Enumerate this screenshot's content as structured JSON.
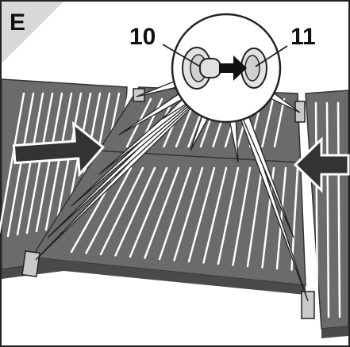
{
  "figure": {
    "step_letter": "E",
    "callouts": [
      {
        "id": "part-10",
        "label": "10"
      },
      {
        "id": "part-11",
        "label": "11"
      }
    ]
  },
  "colors": {
    "panel": "#6b6b6b",
    "panel_dark": "#4a4a4a",
    "slot": "#ffffff",
    "arrow": "#333333",
    "corner_tab": "#d8d8d8",
    "clip": "#c9c9c9"
  },
  "icons": {
    "push_left": "arrow-right-icon",
    "push_right": "arrow-left-icon",
    "connector_direction": "arrow-right-icon"
  }
}
